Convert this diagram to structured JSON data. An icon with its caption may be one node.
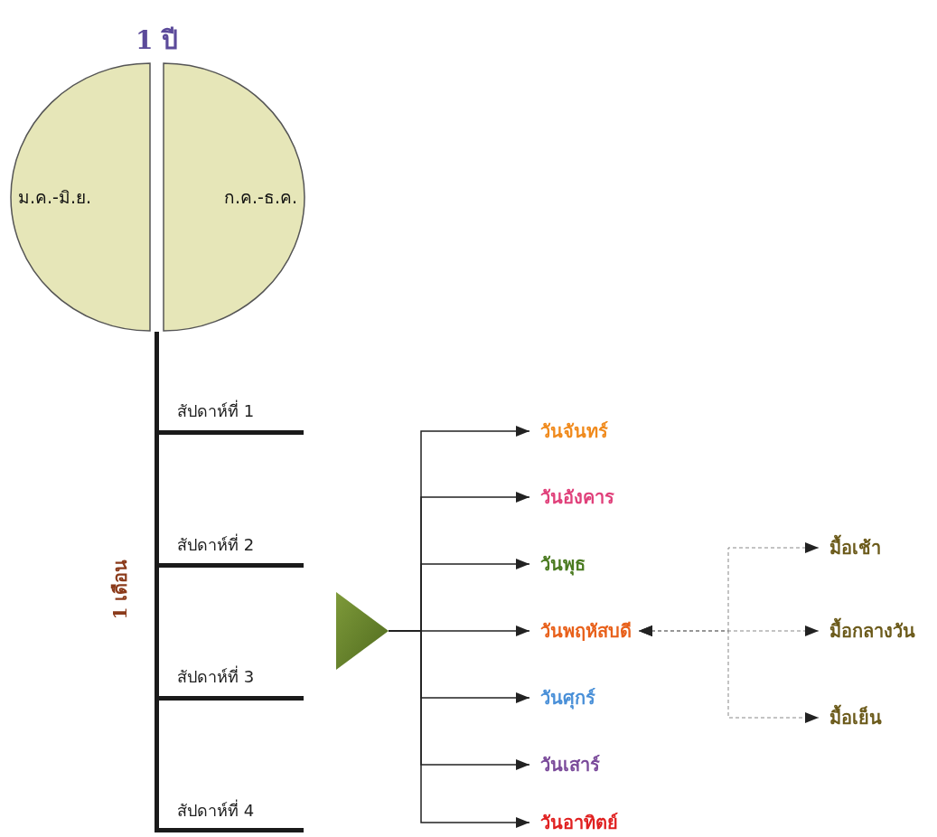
{
  "diagram": {
    "title": "1 ปี",
    "nodes": [
      {
        "text": [
          "ม.ค.-มิ.ย."
        ]
      },
      {
        "text": [
          "ก.ค.-ธ.ค."
        ]
      },
      {
        "text": [],
        "shape": "triangle"
      },
      {
        "text": [
          "วันจันทร์"
        ]
      },
      {
        "text": [
          "วันอังคาร"
        ]
      },
      {
        "text": [
          "วันพุธ"
        ]
      },
      {
        "text": [
          "วันพฤหัสบดี"
        ]
      },
      {
        "text": [
          "วันศุกร์"
        ]
      },
      {
        "text": [
          "วันเสาร์"
        ]
      },
      {
        "text": [
          "วันอาทิตย์"
        ]
      },
      {
        "text": [
          "มื้อเช้า"
        ]
      },
      {
        "text": [
          "มื้อกลางวัน"
        ]
      },
      {
        "text": [
          "มื้อเย็น"
        ]
      }
    ],
    "edges": [
      {
        "from": 2,
        "to": 3,
        "arrow": "to"
      },
      {
        "from": 2,
        "to": 4,
        "arrow": "to"
      },
      {
        "from": 2,
        "to": 5,
        "arrow": "to"
      },
      {
        "from": 2,
        "to": 6,
        "arrow": "to"
      },
      {
        "from": 2,
        "to": 7,
        "arrow": "to"
      },
      {
        "from": 2,
        "to": 8,
        "arrow": "to"
      },
      {
        "from": 2,
        "to": 9,
        "arrow": "to"
      },
      {
        "from": 6,
        "to": 10,
        "arrow": "both",
        "style": "dashed",
        "color": "#888888"
      },
      {
        "from": 6,
        "to": 11,
        "arrow": "both",
        "style": "dashed",
        "color": "#888888"
      },
      {
        "from": 6,
        "to": 12,
        "arrow": "both",
        "style": "dashed",
        "color": "#888888"
      }
    ],
    "labels": [
      "สัปดาห์ที่ 1",
      "สัปดาห์ที่ 2",
      "สัปดาห์ที่ 3",
      "สัปดาห์ที่ 4",
      "1 เดือน"
    ]
  }
}
